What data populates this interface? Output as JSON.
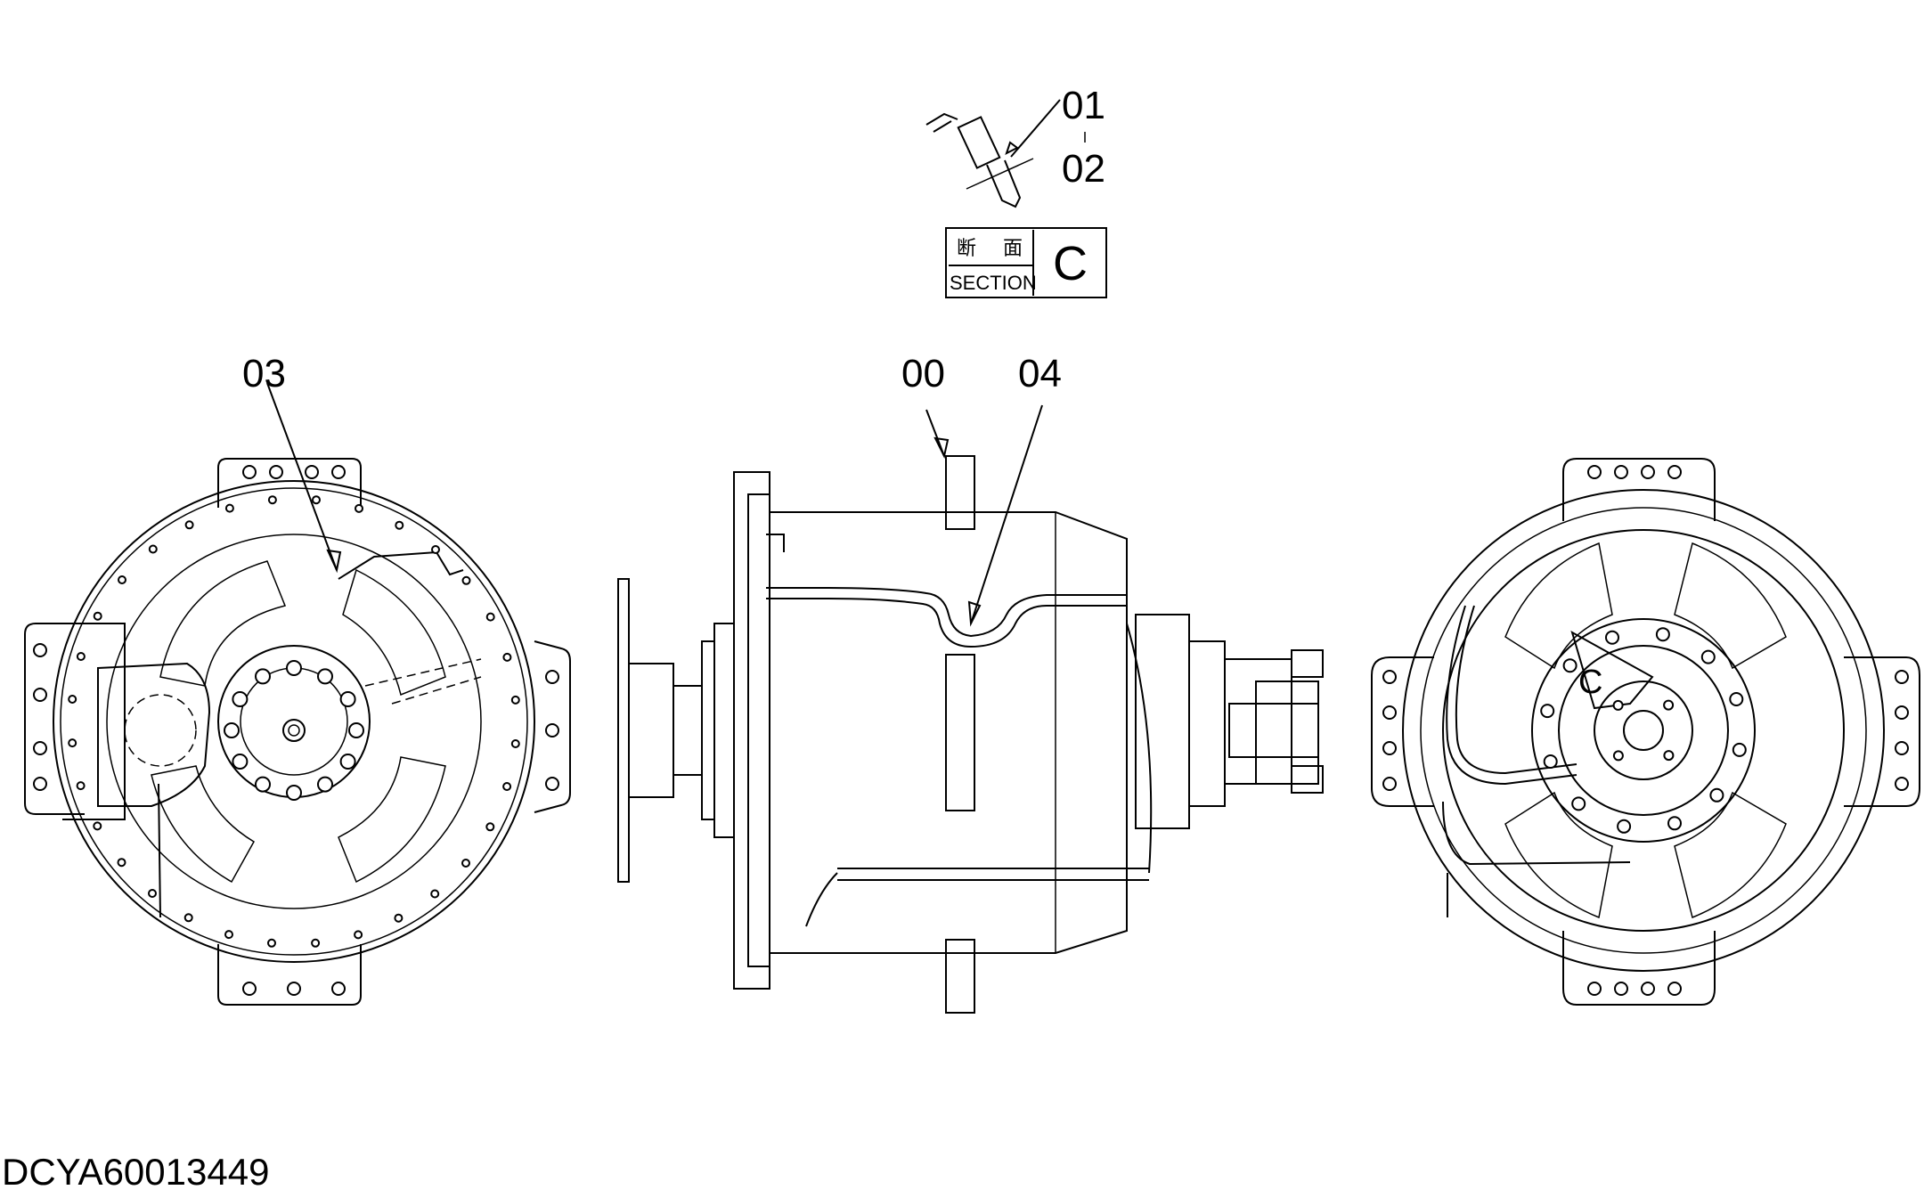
{
  "callouts": {
    "part_01": "01",
    "part_02": "02",
    "part_00": "00",
    "part_03": "03",
    "part_04": "04"
  },
  "section_box": {
    "kanji_1": "断",
    "kanji_2": "面",
    "word": "SECTION",
    "letter": "C"
  },
  "view_marker": "C",
  "drawing_id": "DCYA60013449"
}
